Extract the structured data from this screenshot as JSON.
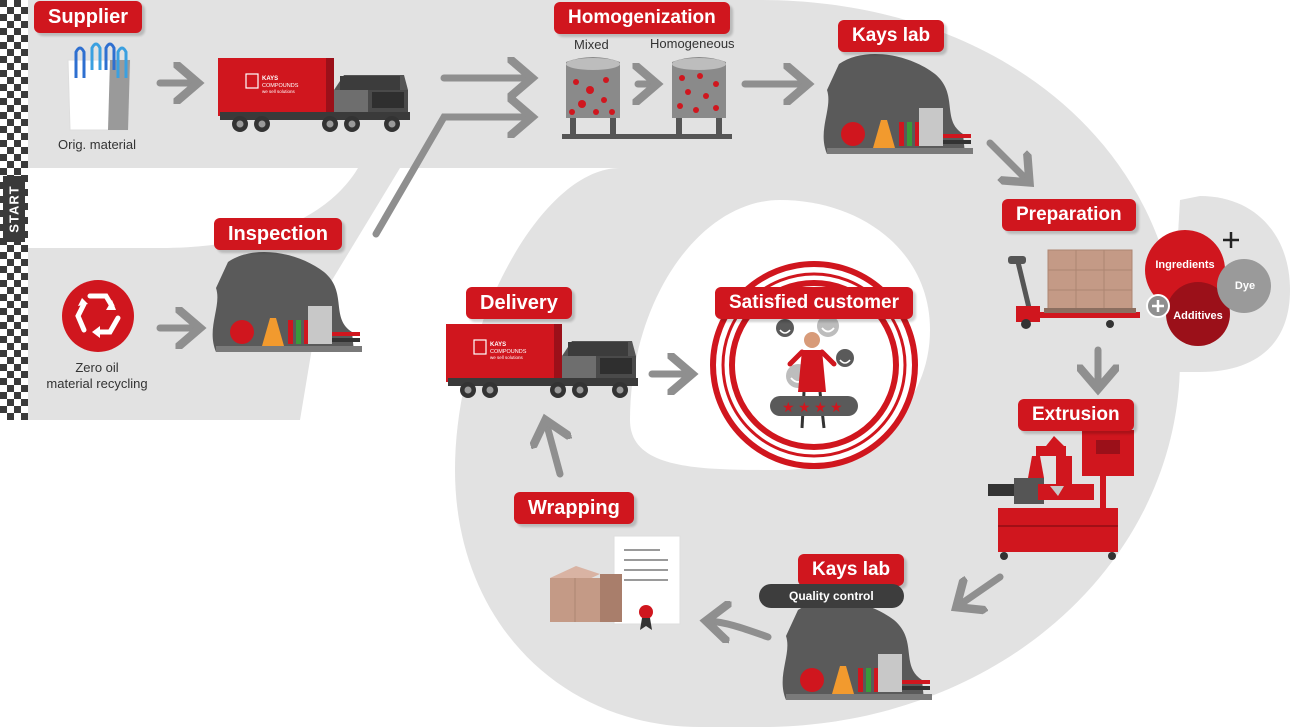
{
  "start_label": "START",
  "steps": {
    "supplier": "Supplier",
    "homogenization": "Homogenization",
    "kays_lab_top": "Kays lab",
    "preparation": "Preparation",
    "inspection": "Inspection",
    "delivery": "Delivery",
    "satisfied_customer": "Satisfied customer",
    "extrusion": "Extrusion",
    "wrapping": "Wrapping",
    "kays_lab_bottom": "Kays lab"
  },
  "captions": {
    "orig_material": "Orig. material",
    "zero_oil": [
      "Zero oil",
      "material recycling"
    ],
    "mixed": "Mixed",
    "homogeneous": "Homogeneous",
    "quality_control": "Quality control"
  },
  "preparation_bubbles": {
    "ingredients": "Ingredients",
    "dye": "Dye",
    "additives": "Additives"
  },
  "truck_brand": {
    "line1": "KAYS",
    "line2": "COMPOUNDS",
    "line3": "we sell solutions"
  },
  "colors": {
    "brand_red": "#d0161e",
    "dark_red": "#9b1019",
    "track_gray": "#e2e2e2",
    "icon_gray": "#8f8f8f",
    "label_dark": "#3d3d3d"
  }
}
